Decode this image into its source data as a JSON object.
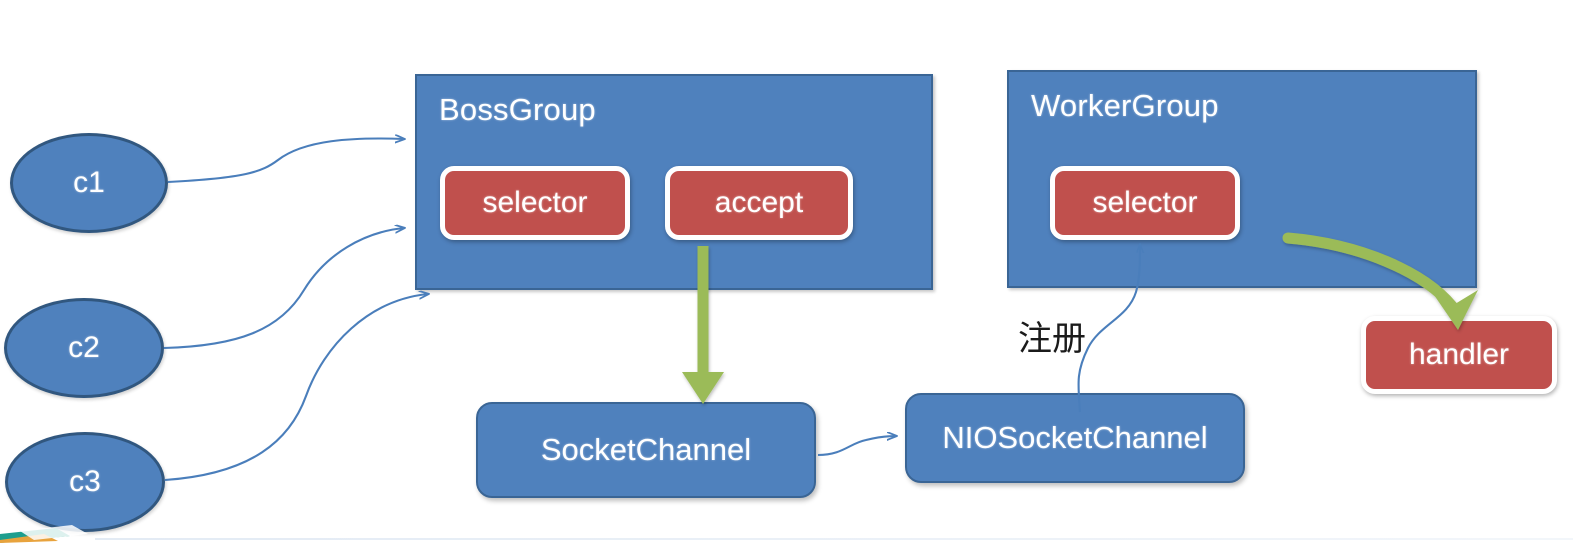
{
  "diagram": {
    "title": "Netty BossGroup / WorkerGroup reactor diagram",
    "colors": {
      "blue_fill": "#4F81BD",
      "blue_stroke": "#3A6595",
      "red_fill": "#C0504D",
      "green_arrow": "#9BBB59",
      "thin_arrow": "#4A7EBB",
      "text_white": "#FFFFFF",
      "text_black": "#1B1B1B",
      "background": "#FFFFFF"
    },
    "clients": [
      {
        "id": "c1",
        "label": "c1"
      },
      {
        "id": "c2",
        "label": "c2"
      },
      {
        "id": "c3",
        "label": "c3"
      }
    ],
    "groups": [
      {
        "id": "boss-group",
        "title": "BossGroup",
        "children": [
          {
            "id": "boss-selector",
            "label": "selector"
          },
          {
            "id": "boss-accept",
            "label": "accept"
          }
        ]
      },
      {
        "id": "worker-group",
        "title": "WorkerGroup",
        "children": [
          {
            "id": "worker-selector",
            "label": "selector"
          }
        ]
      }
    ],
    "channels": [
      {
        "id": "socket-channel",
        "label": "SocketChannel"
      },
      {
        "id": "nio-socket-channel",
        "label": "NIOSocketChannel"
      }
    ],
    "handler": {
      "id": "handler",
      "label": "handler"
    },
    "annotations": [
      {
        "id": "register-label",
        "text": "注册"
      }
    ],
    "edges": [
      {
        "id": "c1-to-bossgroup",
        "from": "c1",
        "to": "boss-group",
        "style": "thin-blue-curve",
        "arrowhead": true
      },
      {
        "id": "c2-to-bossgroup",
        "from": "c2",
        "to": "boss-group",
        "style": "thin-blue-curve",
        "arrowhead": true
      },
      {
        "id": "c3-to-bossgroup",
        "from": "c3",
        "to": "boss-group",
        "style": "thin-blue-curve",
        "arrowhead": true
      },
      {
        "id": "accept-to-socketchannel",
        "from": "boss-accept",
        "to": "socket-channel",
        "style": "thick-green-arrow",
        "arrowhead": true
      },
      {
        "id": "socketchannel-to-niosocketchannel",
        "from": "socket-channel",
        "to": "nio-socket-channel",
        "style": "thin-blue-curve",
        "arrowhead": true
      },
      {
        "id": "niosocketchannel-to-worker-selector",
        "from": "nio-socket-channel",
        "to": "worker-selector",
        "style": "thin-blue-curve",
        "arrowhead": true,
        "label": "注册"
      },
      {
        "id": "workergroup-to-handler",
        "from": "worker-group",
        "to": "handler",
        "style": "thick-green-arrow",
        "arrowhead": true
      }
    ]
  }
}
